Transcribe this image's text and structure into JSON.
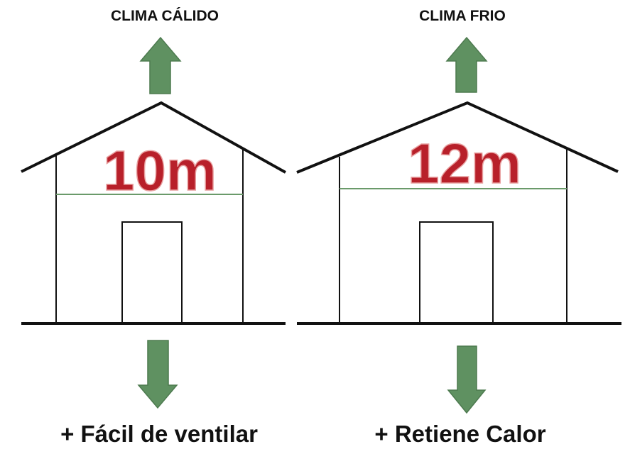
{
  "panels": [
    {
      "title": "CLIMA CÁLIDO",
      "height_label": "10m",
      "bottom_label": "+ Fácil de ventilar"
    },
    {
      "title": "CLIMA FRIO",
      "height_label": "12m",
      "bottom_label": "+ Retiene Calor"
    }
  ],
  "colors": {
    "arrow": "#5f9161",
    "arrow_border": "#4d7a4f",
    "height_text": "#b8202a",
    "height_line": "#6a9a6a",
    "lines": "#111111"
  },
  "icons": [
    "arrow-up-icon",
    "arrow-down-icon"
  ]
}
